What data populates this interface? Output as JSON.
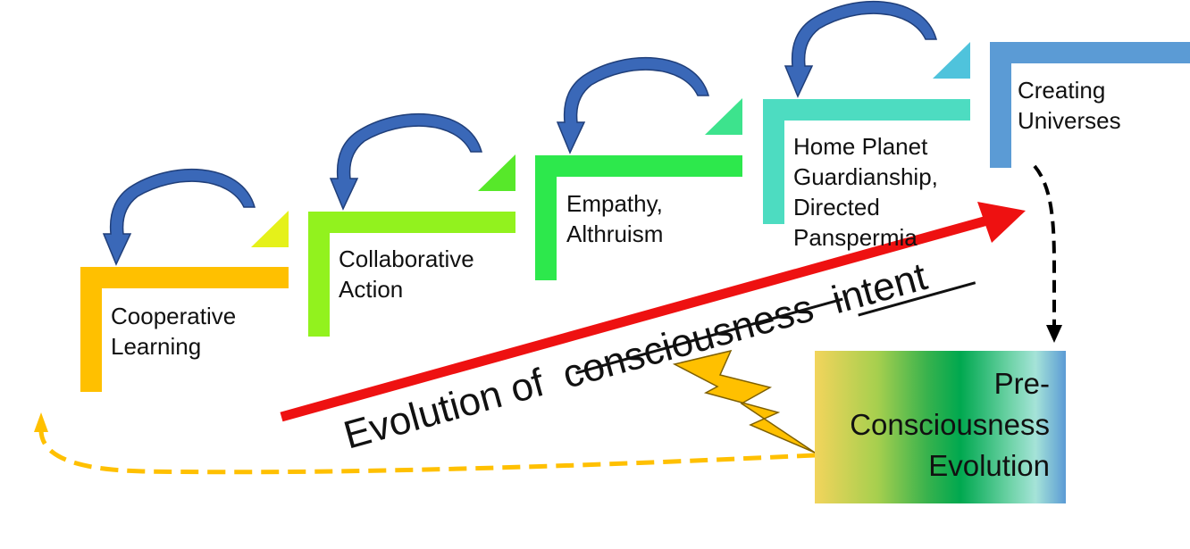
{
  "steps": [
    {
      "label": "Cooperative\nLearning",
      "color": "#ffc000",
      "accent": "#e5f11a"
    },
    {
      "label": "Collaborative\nAction",
      "color": "#92f21e",
      "accent": "#57e82a"
    },
    {
      "label": "Empathy,\nAlthruism",
      "color": "#2de84c",
      "accent": "#3de38d"
    },
    {
      "label": "Home Planet\nGuardianship,\nDirected\nPanspermia",
      "color": "#4ddcc1",
      "accent": "#4fc3dc"
    },
    {
      "label": "Creating\nUniverses",
      "color": "#5b9bd5",
      "accent": ""
    }
  ],
  "evolution": {
    "prefix": "Evolution of",
    "struck": "consciousness",
    "emphasis": "intent",
    "arrow_color": "#ee1111"
  },
  "pre_consciousness": {
    "label": "Pre-\nConsciousness\nEvolution"
  },
  "colors": {
    "curved_arrow": "#3a68b8",
    "curved_arrow_stroke": "#203f7a",
    "lightning": "#ffc000",
    "return_arrow": "#ffc000",
    "down_arrow": "#000000"
  }
}
